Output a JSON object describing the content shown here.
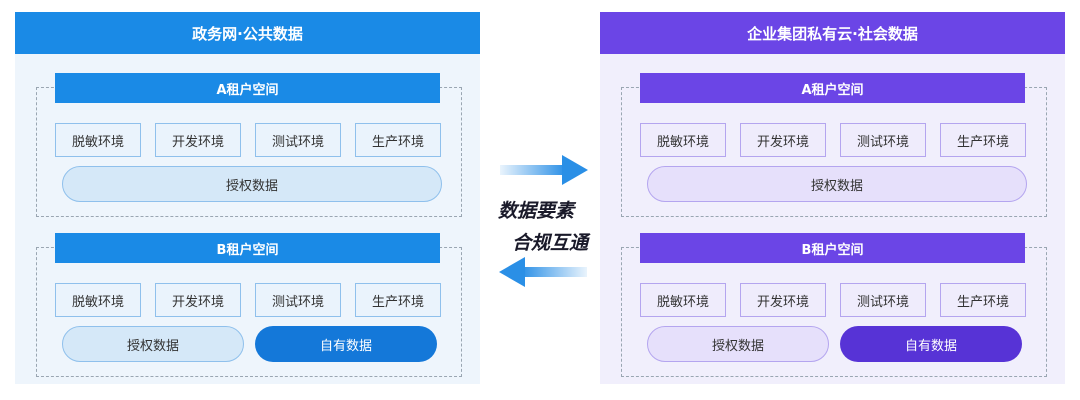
{
  "left_panel": {
    "title": "政务网·公共数据",
    "tenant_a": {
      "title": "A租户空间",
      "envs": [
        "脱敏环境",
        "开发环境",
        "测试环境",
        "生产环境"
      ],
      "data_pills": [
        "授权数据"
      ]
    },
    "tenant_b": {
      "title": "B租户空间",
      "envs": [
        "脱敏环境",
        "开发环境",
        "测试环境",
        "生产环境"
      ],
      "data_pills": [
        "授权数据",
        "自有数据"
      ]
    }
  },
  "right_panel": {
    "title": "企业集团私有云·社会数据",
    "tenant_a": {
      "title": "A租户空间",
      "envs": [
        "脱敏环境",
        "开发环境",
        "测试环境",
        "生产环境"
      ],
      "data_pills": [
        "授权数据"
      ]
    },
    "tenant_b": {
      "title": "B租户空间",
      "envs": [
        "脱敏环境",
        "开发环境",
        "测试环境",
        "生产环境"
      ],
      "data_pills": [
        "授权数据",
        "自有数据"
      ]
    }
  },
  "center": {
    "line1": "数据要素",
    "line2": "合规互通"
  },
  "colors": {
    "left_primary": "#1a8ae6",
    "right_primary": "#6b45e6",
    "left_bg": "#eef5fc",
    "right_bg": "#f1effc"
  }
}
